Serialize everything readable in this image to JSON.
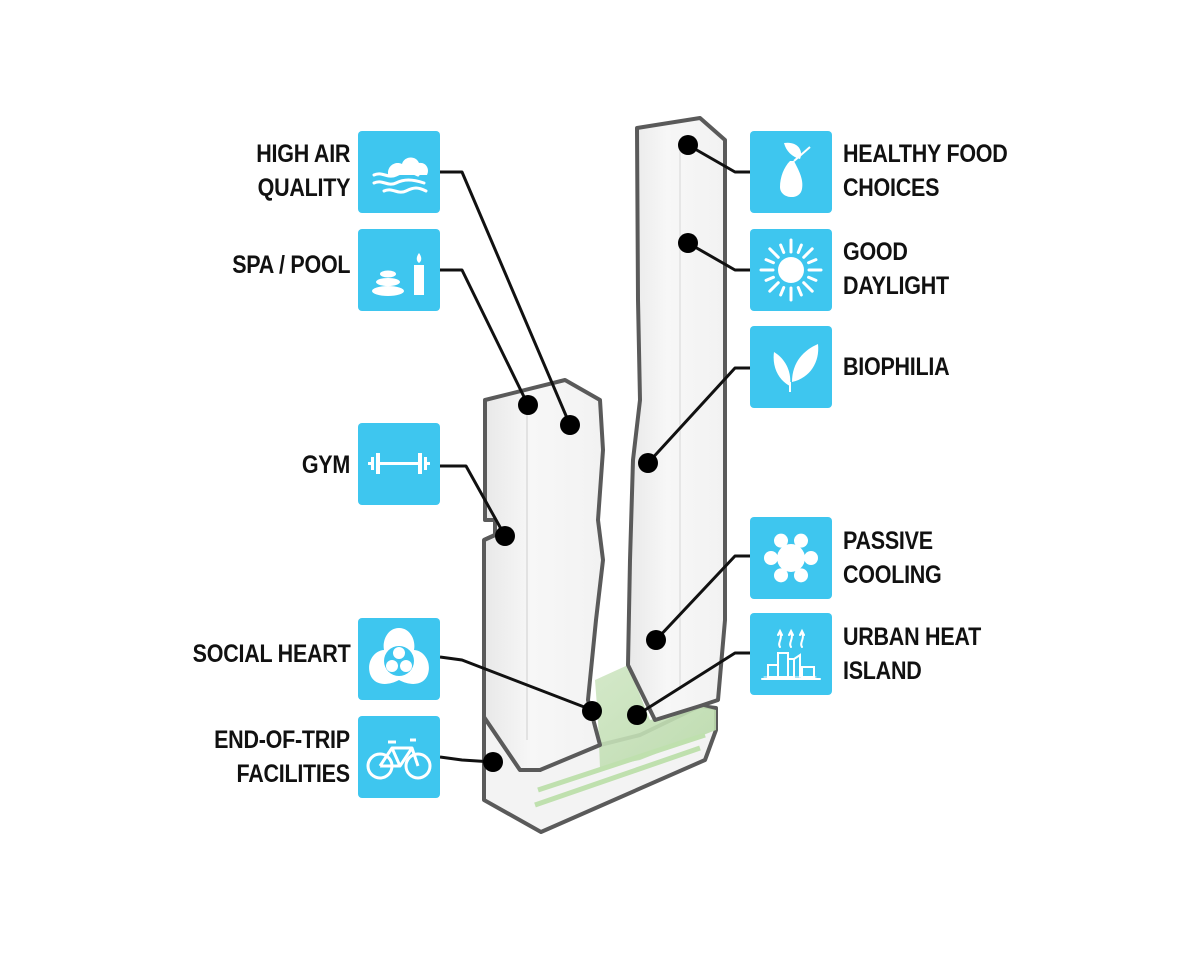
{
  "diagram": {
    "subject": "Twin-tower building wellness features",
    "accent_color": "#3ec6ef",
    "left_features": [
      {
        "id": "high-air-quality",
        "lines": [
          "HIGH AIR",
          "QUALITY"
        ],
        "icon": "cloud-wind-icon"
      },
      {
        "id": "spa-pool",
        "lines": [
          "SPA / POOL"
        ],
        "icon": "spa-stones-candle-icon"
      },
      {
        "id": "gym",
        "lines": [
          "GYM"
        ],
        "icon": "barbell-icon"
      },
      {
        "id": "social-heart",
        "lines": [
          "SOCIAL HEART"
        ],
        "icon": "community-circles-icon"
      },
      {
        "id": "end-of-trip",
        "lines": [
          "END-OF-TRIP",
          "FACILITIES"
        ],
        "icon": "bicycle-icon"
      }
    ],
    "right_features": [
      {
        "id": "healthy-food",
        "lines": [
          "HEALTHY FOOD",
          "CHOICES"
        ],
        "icon": "pear-icon"
      },
      {
        "id": "good-daylight",
        "lines": [
          "GOOD",
          "DAYLIGHT"
        ],
        "icon": "sun-icon"
      },
      {
        "id": "biophilia",
        "lines": [
          "BIOPHILIA"
        ],
        "icon": "leaves-icon"
      },
      {
        "id": "passive-cooling",
        "lines": [
          "PASSIVE",
          "COOLING"
        ],
        "icon": "snowflake-icon"
      },
      {
        "id": "urban-heat-island",
        "lines": [
          "URBAN HEAT",
          "ISLAND"
        ],
        "icon": "city-heat-icon"
      }
    ]
  }
}
